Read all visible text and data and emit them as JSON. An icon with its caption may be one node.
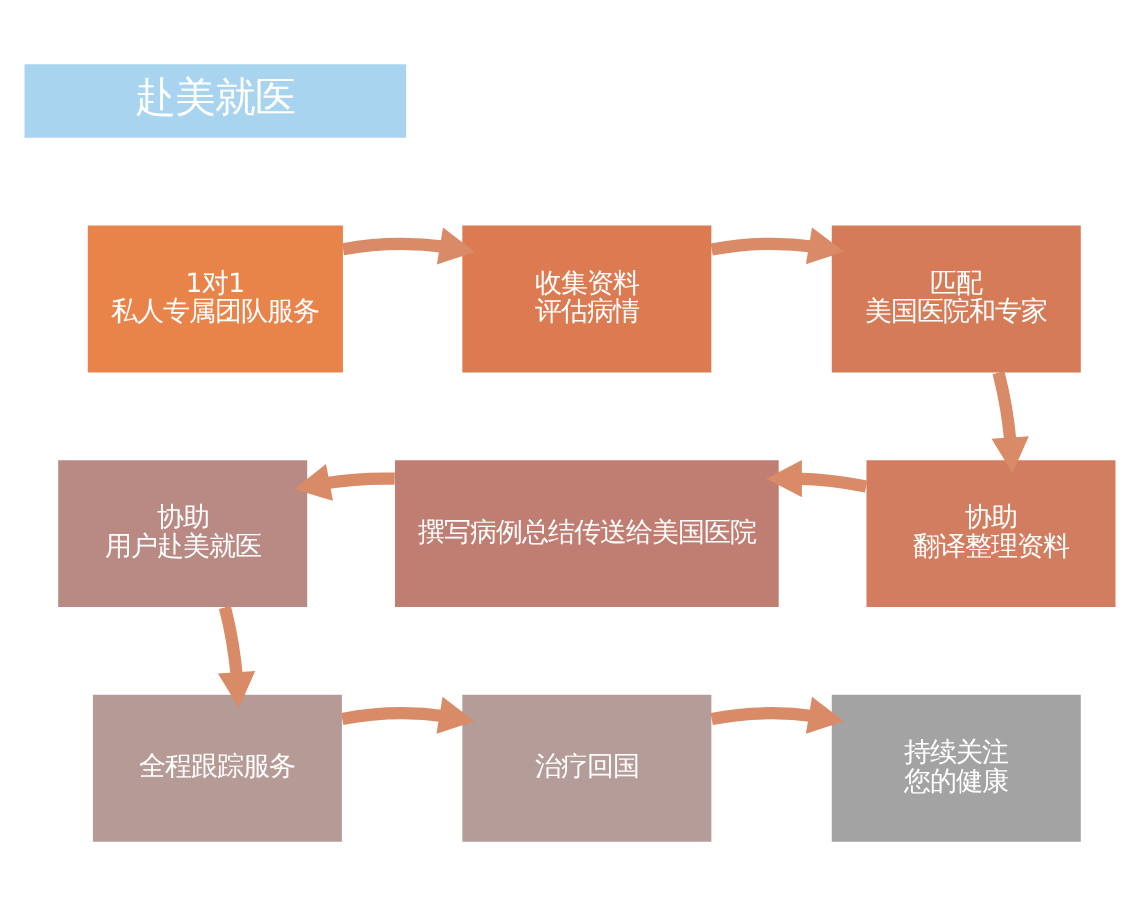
{
  "diagram": {
    "title": "赴美就医",
    "nodes": [
      {
        "text": [
          "1对1",
          "私人专属团队服务"
        ]
      },
      {
        "text": [
          "收集资料",
          "评估病情"
        ]
      },
      {
        "text": [
          "匹配",
          "美国医院和专家"
        ]
      },
      {
        "text": [
          "协助",
          "翻译整理资料"
        ]
      },
      {
        "text": [
          "撰写病例总结传送给美国医院"
        ]
      },
      {
        "text": [
          "协助",
          "用户赴美就医"
        ]
      },
      {
        "text": [
          "全程跟踪服务"
        ]
      },
      {
        "text": [
          "治疗回国"
        ]
      },
      {
        "text": [
          "持续关注",
          "您的健康"
        ]
      }
    ],
    "edges": [
      {
        "from": 0,
        "to": 1,
        "arrow": "to"
      },
      {
        "from": 1,
        "to": 2,
        "arrow": "to"
      },
      {
        "from": 2,
        "to": 3,
        "arrow": "to"
      },
      {
        "from": 3,
        "to": 4,
        "arrow": "to"
      },
      {
        "from": 4,
        "to": 5,
        "arrow": "to"
      },
      {
        "from": 5,
        "to": 6,
        "arrow": "to"
      },
      {
        "from": 6,
        "to": 7,
        "arrow": "to"
      },
      {
        "from": 7,
        "to": 8,
        "arrow": "to"
      }
    ]
  }
}
